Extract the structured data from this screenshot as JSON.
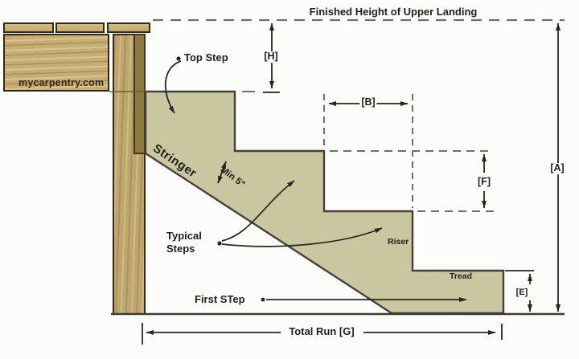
{
  "watermark": "mycarpentry.com",
  "header": {
    "reference_line_label": "Finished Height of Upper Landing"
  },
  "labels": {
    "top_step": "Top Step",
    "stringer": "Stringer",
    "min_throat": "Min 5\"",
    "typical_steps": "Typical\nSteps",
    "first_step": "First STep",
    "riser": "Riser",
    "tread": "Tread"
  },
  "dimensions": {
    "total_height": "[A]",
    "tread_run": "[B]",
    "first_step_height": "[E]",
    "riser_height": "[F]",
    "top_step_drop": "[H]",
    "total_run": "Total Run [G]"
  },
  "colors": {
    "stringer_fill": "#c9c6a0",
    "wood_light": "#c6ad73",
    "wood_olive": "#8d7b3e",
    "line": "#26261f",
    "dash": "#6f6f6f",
    "background": "#fcfcfb"
  }
}
